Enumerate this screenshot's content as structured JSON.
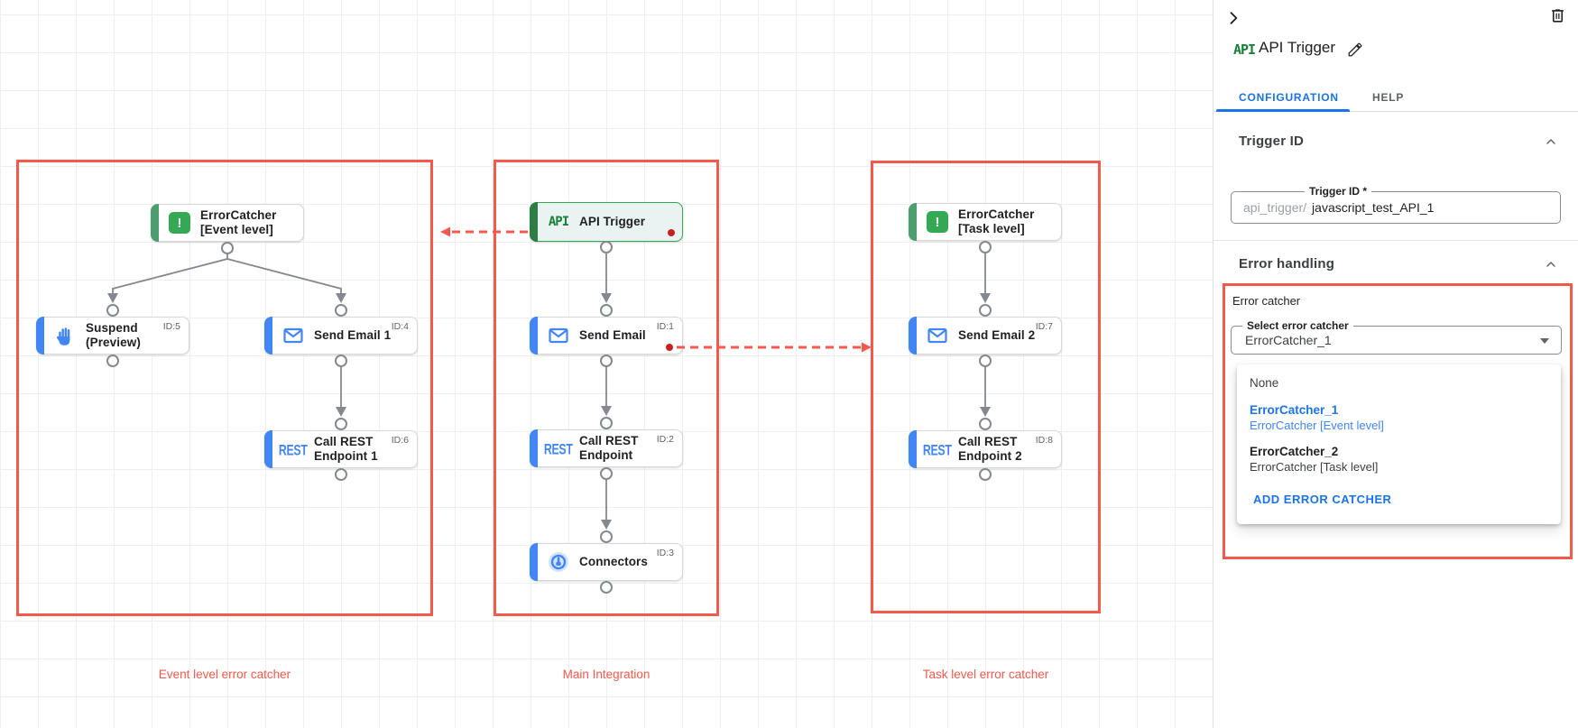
{
  "canvas": {
    "groups": [
      {
        "label": "Event level error catcher"
      },
      {
        "label": "Main Integration"
      },
      {
        "label": "Task level error catcher"
      }
    ],
    "nodes": [
      {
        "label1": "ErrorCatcher",
        "label2": "[Event level]",
        "id_tag": ""
      },
      {
        "label1": "Suspend",
        "label2": "(Preview)",
        "id_tag": "ID:5"
      },
      {
        "label1": "Send Email 1",
        "id_tag": "ID:4"
      },
      {
        "label1": "Call REST",
        "label2": "Endpoint 1",
        "id_tag": "ID:6"
      },
      {
        "label1": "API Trigger",
        "id_tag": ""
      },
      {
        "label1": "Send Email",
        "id_tag": "ID:1"
      },
      {
        "label1": "Call REST",
        "label2": "Endpoint",
        "id_tag": "ID:2"
      },
      {
        "label1": "Connectors",
        "id_tag": "ID:3"
      },
      {
        "label1": "ErrorCatcher",
        "label2": "[Task level]",
        "id_tag": ""
      },
      {
        "label1": "Send Email 2",
        "id_tag": "ID:7"
      },
      {
        "label1": "Call REST",
        "label2": "Endpoint 2",
        "id_tag": "ID:8"
      }
    ],
    "icon_labels": {
      "api": "API",
      "rest": "REST",
      "error": "!"
    }
  },
  "panel": {
    "api_badge": "API",
    "title": "API Trigger",
    "tabs": {
      "configuration": "CONFIGURATION",
      "help": "HELP"
    },
    "sections": {
      "trigger_id": "Trigger ID",
      "error_handling": "Error handling"
    },
    "trigger_id_field": {
      "label": "Trigger ID *",
      "prefix": "api_trigger/",
      "value": "javascript_test_API_1"
    },
    "error_catcher": {
      "group_label": "Error catcher",
      "select_label": "Select error catcher",
      "selected": "ErrorCatcher_1",
      "options": [
        {
          "title": "None",
          "subtitle": ""
        },
        {
          "title": "ErrorCatcher_1",
          "subtitle": "ErrorCatcher [Event level]"
        },
        {
          "title": "ErrorCatcher_2",
          "subtitle": "ErrorCatcher [Task level]"
        }
      ],
      "add_button": "ADD ERROR CATCHER"
    }
  },
  "colors": {
    "annotation_red": "#f4594c",
    "status_dot_red": "#c5221f",
    "task_blue": "#4285f4",
    "trigger_green": "#34a853",
    "link_blue": "#1a73e8",
    "edge_gray": "#85898d"
  }
}
